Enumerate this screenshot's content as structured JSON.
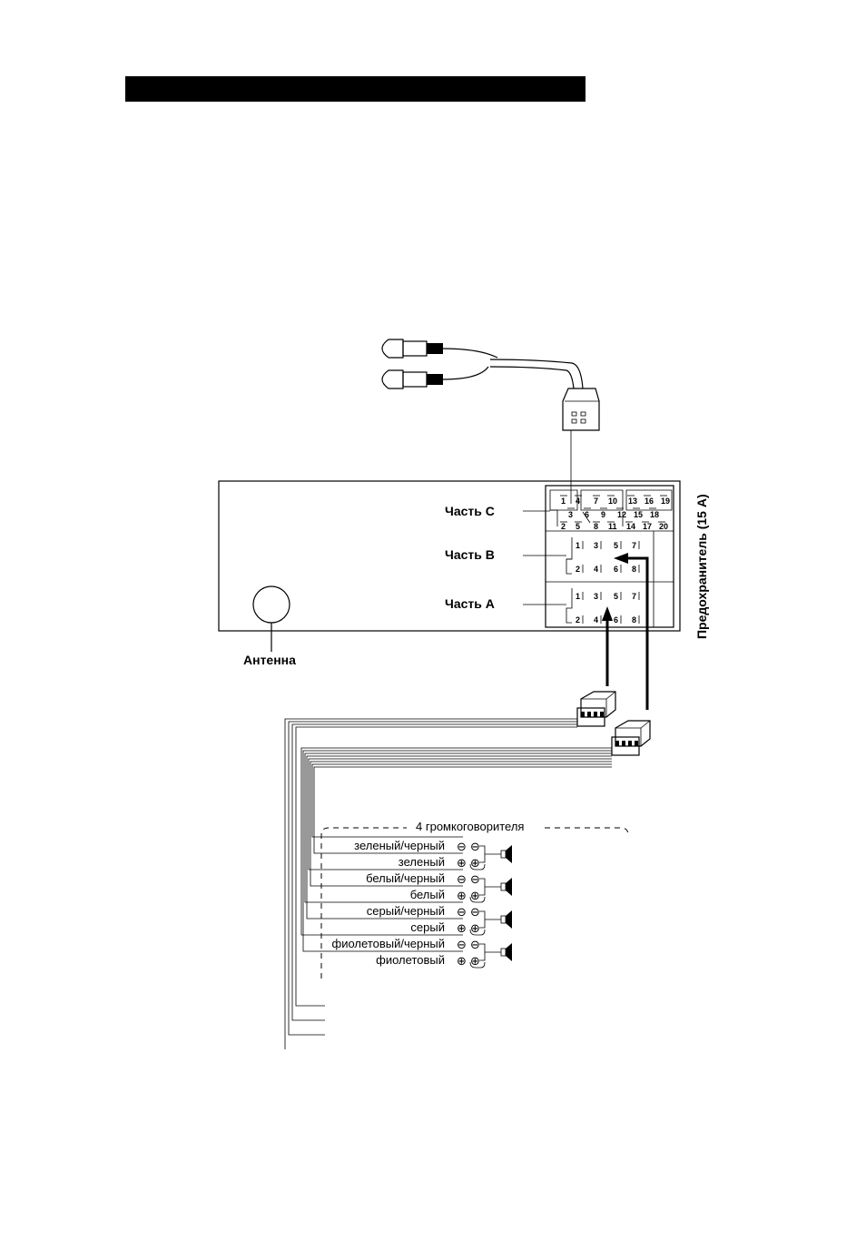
{
  "header_bar": {
    "color": "#000000"
  },
  "labels": {
    "part_c": "Часть С",
    "part_b": "Часть В",
    "part_a": "Часть А",
    "antenna": "Антенна",
    "fuse": "Предохранитель (15 А)",
    "speakers_title": "4 громкоговорителя"
  },
  "connector_c": {
    "top_pins": [
      "1",
      "4",
      "7",
      "10",
      "13",
      "16",
      "19"
    ],
    "mid_pins": [
      "3",
      "6",
      "9",
      "12",
      "15",
      "18"
    ],
    "bottom_pins": [
      "2",
      "5",
      "8",
      "11",
      "14",
      "17",
      "20"
    ]
  },
  "connector_b": {
    "top_pins": [
      "1",
      "3",
      "5",
      "7"
    ],
    "bottom_pins": [
      "2",
      "4",
      "6",
      "8"
    ]
  },
  "connector_a": {
    "top_pins": [
      "1",
      "3",
      "5",
      "7"
    ],
    "bottom_pins": [
      "2",
      "4",
      "6",
      "8"
    ]
  },
  "wires": [
    {
      "label": "зеленый/черный",
      "polarity": "⊖"
    },
    {
      "label": "зеленый",
      "polarity": "⊕"
    },
    {
      "label": "белый/черный",
      "polarity": "⊖"
    },
    {
      "label": "белый",
      "polarity": "⊕"
    },
    {
      "label": "серый/черный",
      "polarity": "⊖"
    },
    {
      "label": "серый",
      "polarity": "⊕"
    },
    {
      "label": "фиолетовый/черный",
      "polarity": "⊖"
    },
    {
      "label": "фиолетовый",
      "polarity": "⊕"
    }
  ]
}
